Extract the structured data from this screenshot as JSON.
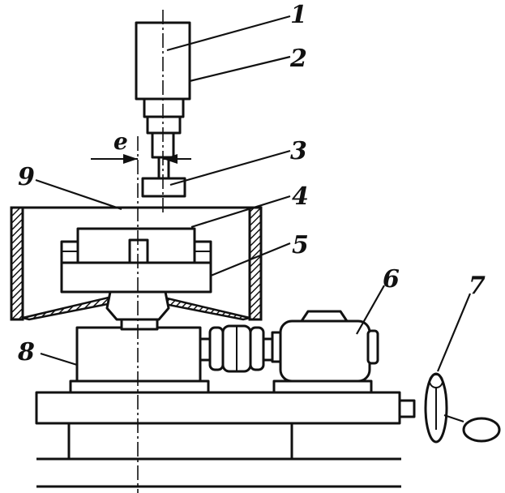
{
  "labels": {
    "l1": "1",
    "l2": "2",
    "l3": "3",
    "l4": "4",
    "l5": "5",
    "l6": "6",
    "l7": "7",
    "l8": "8",
    "l9": "9",
    "e": "e"
  },
  "colors": {
    "ink": "#111111",
    "paper": "#ffffff"
  }
}
